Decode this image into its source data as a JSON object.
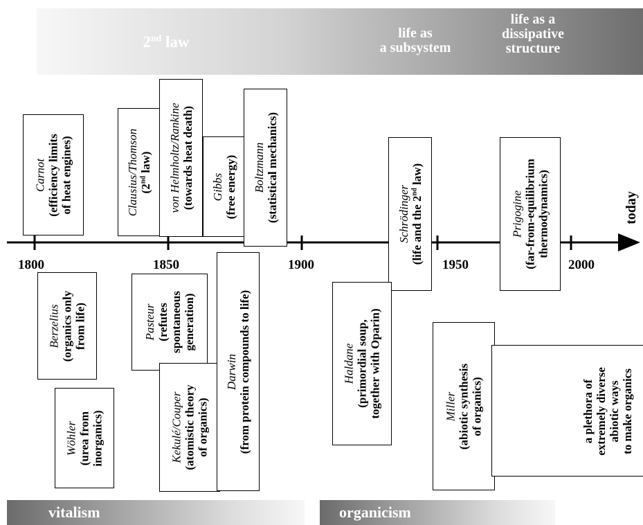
{
  "top_band": {
    "second_law": "2nd law",
    "subsystem_line1": "life as",
    "subsystem_line2": "a subsystem",
    "dissipative_line1": "life as a",
    "dissipative_line2": "dissipative",
    "dissipative_line3": "structure"
  },
  "timeline": {
    "years": [
      "1800",
      "1850",
      "1900",
      "1950",
      "2000"
    ],
    "end_label": "today"
  },
  "above_events": [
    {
      "name": "Carnot",
      "desc_lines": [
        "(efficiency limits",
        "of heat engines)"
      ]
    },
    {
      "name": "Clausius/Thomson",
      "desc_lines": [
        "(2nd law)"
      ]
    },
    {
      "name": "von Helmholtz/Rankine",
      "desc_lines": [
        "(towards heat death)"
      ]
    },
    {
      "name": "Gibbs",
      "desc_lines": [
        "(free energy)"
      ]
    },
    {
      "name": "Boltzmann",
      "desc_lines": [
        "(statistical mechanics)"
      ]
    },
    {
      "name": "Schrödinger",
      "desc_lines": [
        "(life and the 2nd law)"
      ]
    },
    {
      "name": "Prigogine",
      "desc_lines": [
        "(far-from-equilibrium",
        "thermodynamics)"
      ]
    }
  ],
  "below_events": [
    {
      "name": "Berzelius",
      "desc_lines": [
        "(organics only",
        "from life)"
      ]
    },
    {
      "name": "Wöhler",
      "desc_lines": [
        "(urea from",
        "inorganics)"
      ]
    },
    {
      "name": "Pasteur",
      "desc_lines": [
        "(refutes",
        "spontaneous",
        "generation)"
      ]
    },
    {
      "name": "Kekulé/Couper",
      "desc_lines": [
        "(atomistic theory",
        "of organics)"
      ]
    },
    {
      "name": "Darwin",
      "desc_lines": [
        "(from protein compounds to life)"
      ]
    },
    {
      "name": "Haldane",
      "desc_lines": [
        "(primordial soup,",
        "together with Oparin)"
      ]
    },
    {
      "name": "Miller",
      "desc_lines": [
        "(abiotic synthesis",
        "of organics)"
      ]
    }
  ],
  "plethora_lines": [
    "a plethora of",
    "extremely diverse",
    "abiotic ways",
    "to make organics"
  ],
  "bottom_band": {
    "vitalism": "vitalism",
    "organicism": "organicism"
  },
  "colors": {
    "band_dark": "#666666",
    "band_light": "#f2f2f2",
    "axis": "#000000"
  }
}
